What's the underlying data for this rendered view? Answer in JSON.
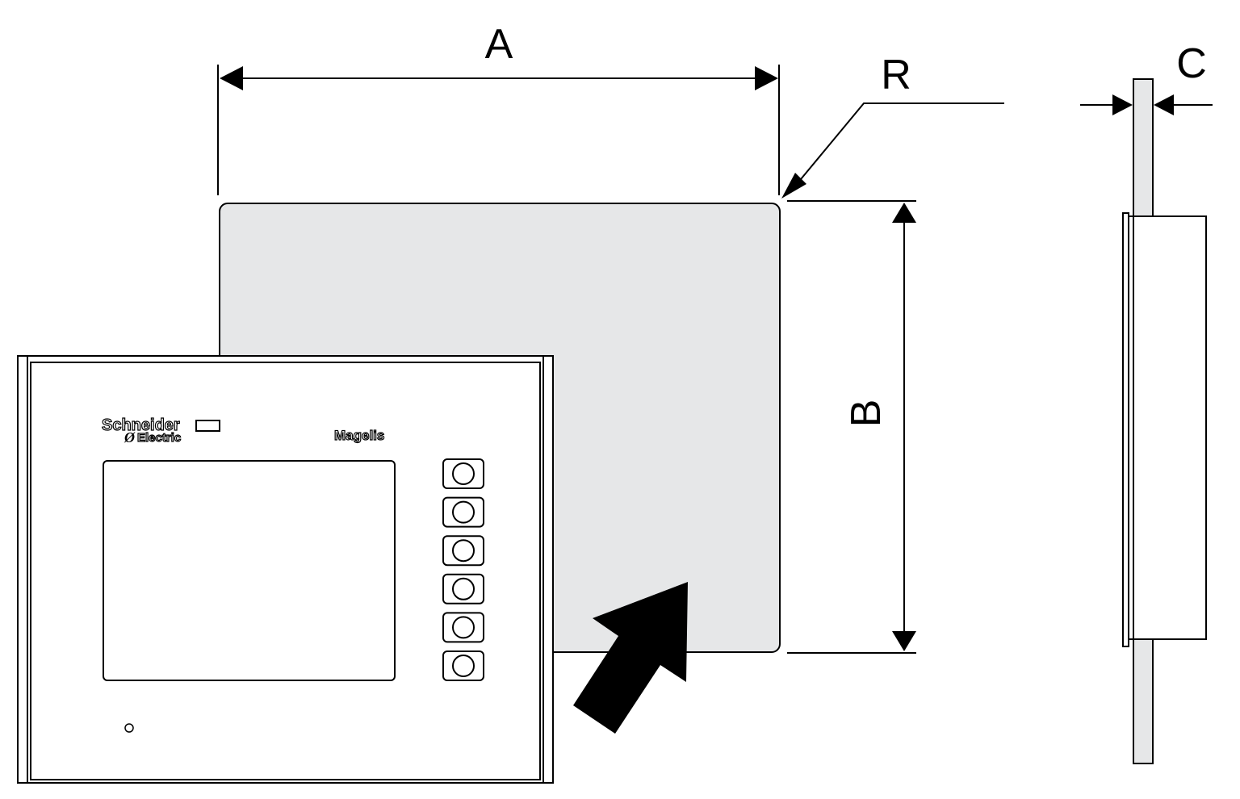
{
  "labels": {
    "a": "A",
    "b": "B",
    "c": "C",
    "r": "R"
  },
  "device": {
    "brand_line1": "Schneider",
    "brand_line2": "Electric",
    "product": "Magelis",
    "key_count": 6
  },
  "colors": {
    "cutout_fill": "#e6e7e8",
    "stroke": "#000000",
    "device_fill": "#ffffff"
  }
}
